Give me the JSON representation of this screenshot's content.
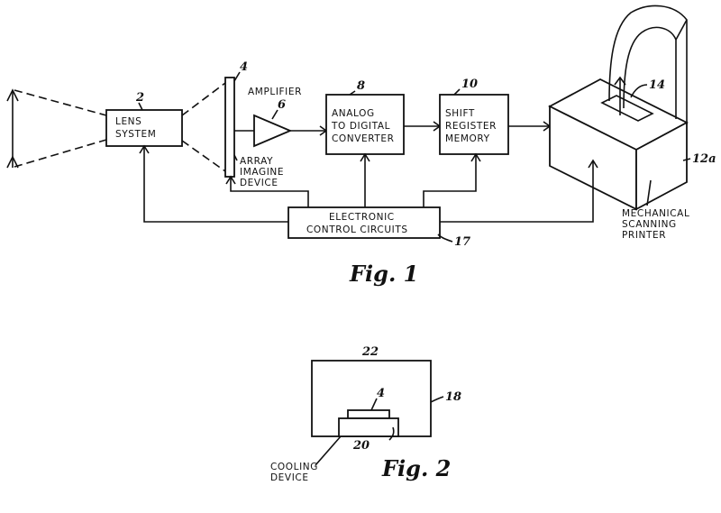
{
  "blocks": {
    "lens": [
      "LENS",
      "SYSTEM"
    ],
    "adc": [
      "ANALOG",
      "TO DIGITAL",
      "CONVERTER"
    ],
    "shift": [
      "SHIFT",
      "REGISTER",
      "MEMORY"
    ],
    "ecc": [
      "ELECTRONIC",
      "CONTROL CIRCUITS"
    ],
    "amplifier": "AMPLIFIER",
    "array": [
      "ARRAY",
      "IMAGINE",
      "DEVICE"
    ],
    "printer": [
      "MECHANICAL",
      "SCANNING",
      "PRINTER"
    ],
    "cooling": [
      "COOLING",
      "DEVICE"
    ]
  },
  "refs": {
    "lens": "2",
    "array": "4",
    "amp": "6",
    "adc": "8",
    "shift": "10",
    "printer": "12a",
    "paper": "14",
    "ecc": "17",
    "housing": "18",
    "cooling": "20",
    "housing_top": "22",
    "array2": "4"
  },
  "figures": {
    "fig1": "Fig. 1",
    "fig2": "Fig. 2"
  }
}
